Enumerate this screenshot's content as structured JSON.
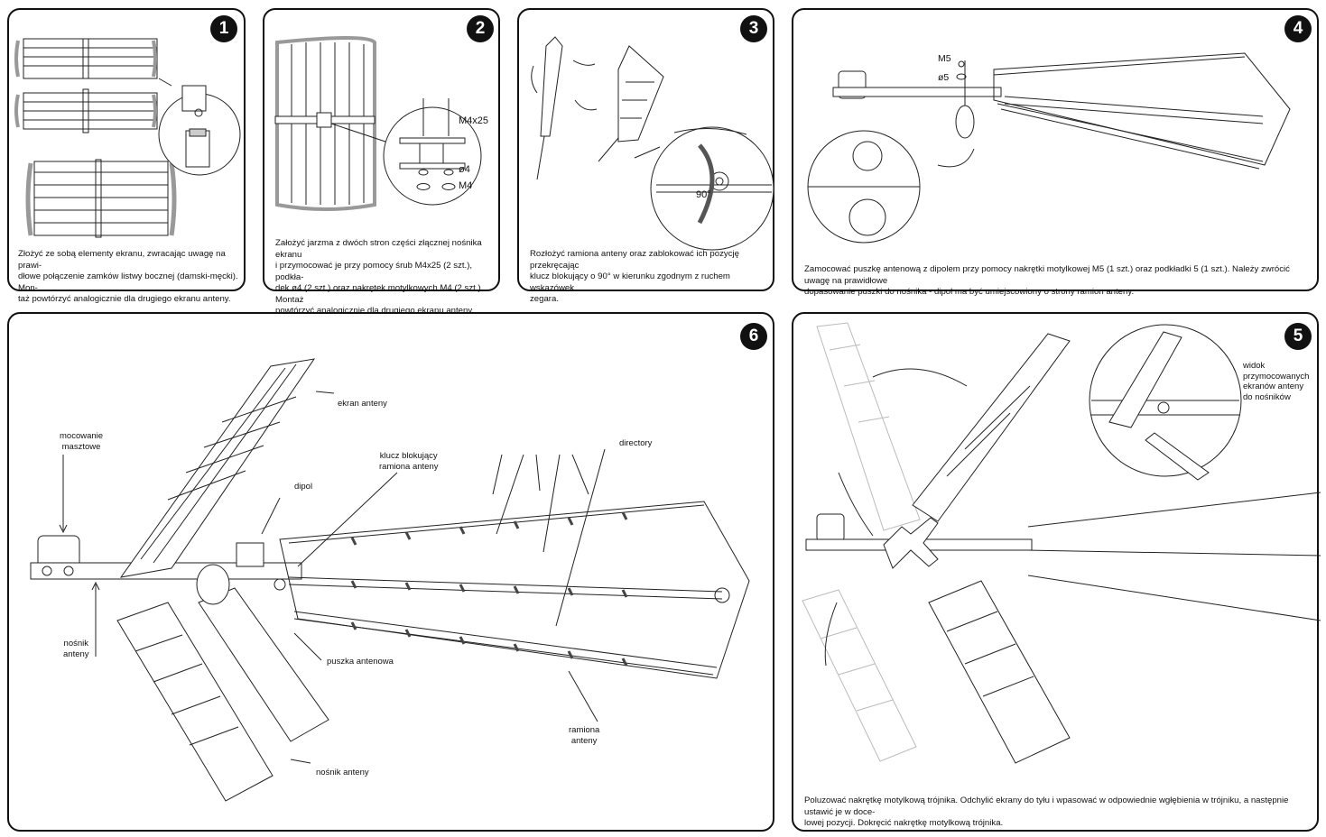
{
  "steps": [
    {
      "number": "1",
      "caption": "Złożyć ze sobą elementy ekranu, zwracając uwagę na prawi-\ndłowe połączenie zamków listwy bocznej (damski-męcki). Mon-\ntaż powtórzyć analogicznie dla drugiego ekranu anteny."
    },
    {
      "number": "2",
      "caption": "Założyć jarzma z dwóch stron części złącznej nośnika ekranu\ni przymocować je przy pomocy śrub M4x25 (2 szt.), podkła-\ndek ø4 (2 szt.) oraz nakrętek motylkowych M4 (2 szt.). Montaż\npowtórzyć analogicznie dla drugiego ekranu anteny.",
      "labels": {
        "screw": "M4x25",
        "washer": "ø4",
        "nut": "M4"
      }
    },
    {
      "number": "3",
      "caption": "Rozłożyć ramiona anteny oraz zablokować ich pozycję przekręcając\nklucz blokujący o 90° w kierunku zgodnym z  ruchem wskazówek\nzegara.",
      "labels": {
        "angle": "90°"
      }
    },
    {
      "number": "4",
      "caption": "Zamocować puszkę antenową z dipolem przy pomocy nakrętki motylkowej M5 (1 szt.)  oraz podkładki  5 (1 szt.). Należy zwrócić uwagę na prawidłowe\ndopasowanie puszki do nośnika - dipol ma być umiejscowiony o strony ramion anteny.",
      "labels": {
        "nut": "M5",
        "washer": "ø5"
      }
    },
    {
      "number": "5",
      "caption": "Poluzować nakrętkę motylkową trójnika. Odchylić ekrany do tyłu i wpasować w odpowiednie wgłębienia w trójniku, a następnie ustawić je w doce-\nlowej pozycji. Dokręcić nakrętkę motylkową trójnika.",
      "labels": {
        "view": "widok\nprzymocowanych\nekranów anteny\ndo nośników"
      }
    },
    {
      "number": "6",
      "labels": {
        "mast_mount": "mocowanie\nmasztowe",
        "carrier": "nośnik\nanteny",
        "screen": "ekran anteny",
        "dipole": "dipol",
        "lock_key": "klucz blokujący\nramiona anteny",
        "directors": "directory",
        "box": "puszka antenowa",
        "arms": "ramiona\nanteny",
        "screen_carrier": "nośnik anteny"
      }
    }
  ],
  "icons": {
    "badge_style": "black-circle-white-digit"
  }
}
